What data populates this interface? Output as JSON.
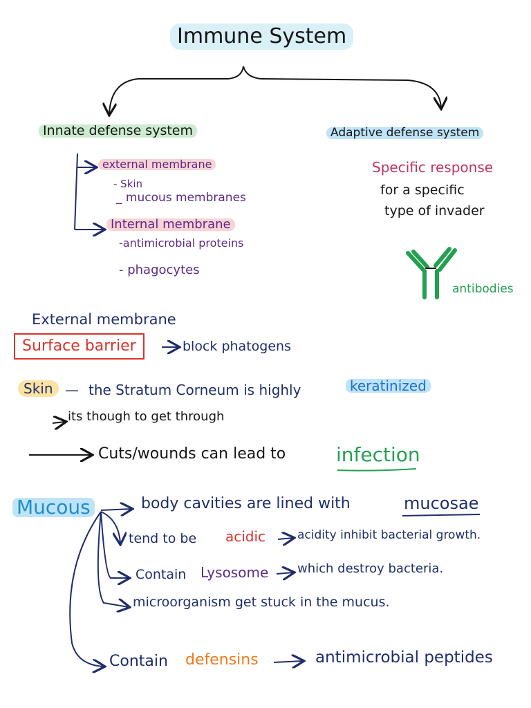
{
  "title": "Immune System",
  "innate": {
    "heading": "Innate defense system",
    "external": "external membrane",
    "ext_items": [
      "- Skin",
      "_ mucous membranes"
    ],
    "internal": "Internal  membrane",
    "int_items": [
      "-antimicrobial proteins",
      "- phagocytes"
    ]
  },
  "adaptive": {
    "heading": "Adaptive defense system",
    "line1": "Specific response",
    "line2": "for a specific",
    "line3": "type of invader",
    "antibodies": "antibodies"
  },
  "external_section": {
    "heading": "External membrane",
    "barrier": "Surface barrier",
    "barrier_note": "block phatogens",
    "skin": "Skin",
    "skin_dash": "—",
    "skin_text": "the Stratum Corneum is highly",
    "keratinized": "keratinized",
    "through": "its though to get through",
    "cuts": "Cuts/wounds  can lead to",
    "infection": "infection"
  },
  "mucous": {
    "label": "Mucous",
    "line1": "body cavities are lined with",
    "mucosae": "mucosae",
    "line2_a": "tend to be",
    "acidic": "acidic",
    "line2_b": "acidity inhibit bacterial growth.",
    "line3_a": "Contain",
    "lysosome": "Lysosome",
    "line3_b": "which destroy bacteria.",
    "line4": "microorganism get stuck in the mucus.",
    "line5_a": "Contain",
    "defensins": "defensins",
    "line5_b": "antimicrobial peptides"
  },
  "colors": {
    "ink": "#1f2d6b",
    "green": "#22a050",
    "pink": "#c0345e",
    "purple": "#5b2a86",
    "orange": "#ee7a1c",
    "red": "#d8332a"
  }
}
